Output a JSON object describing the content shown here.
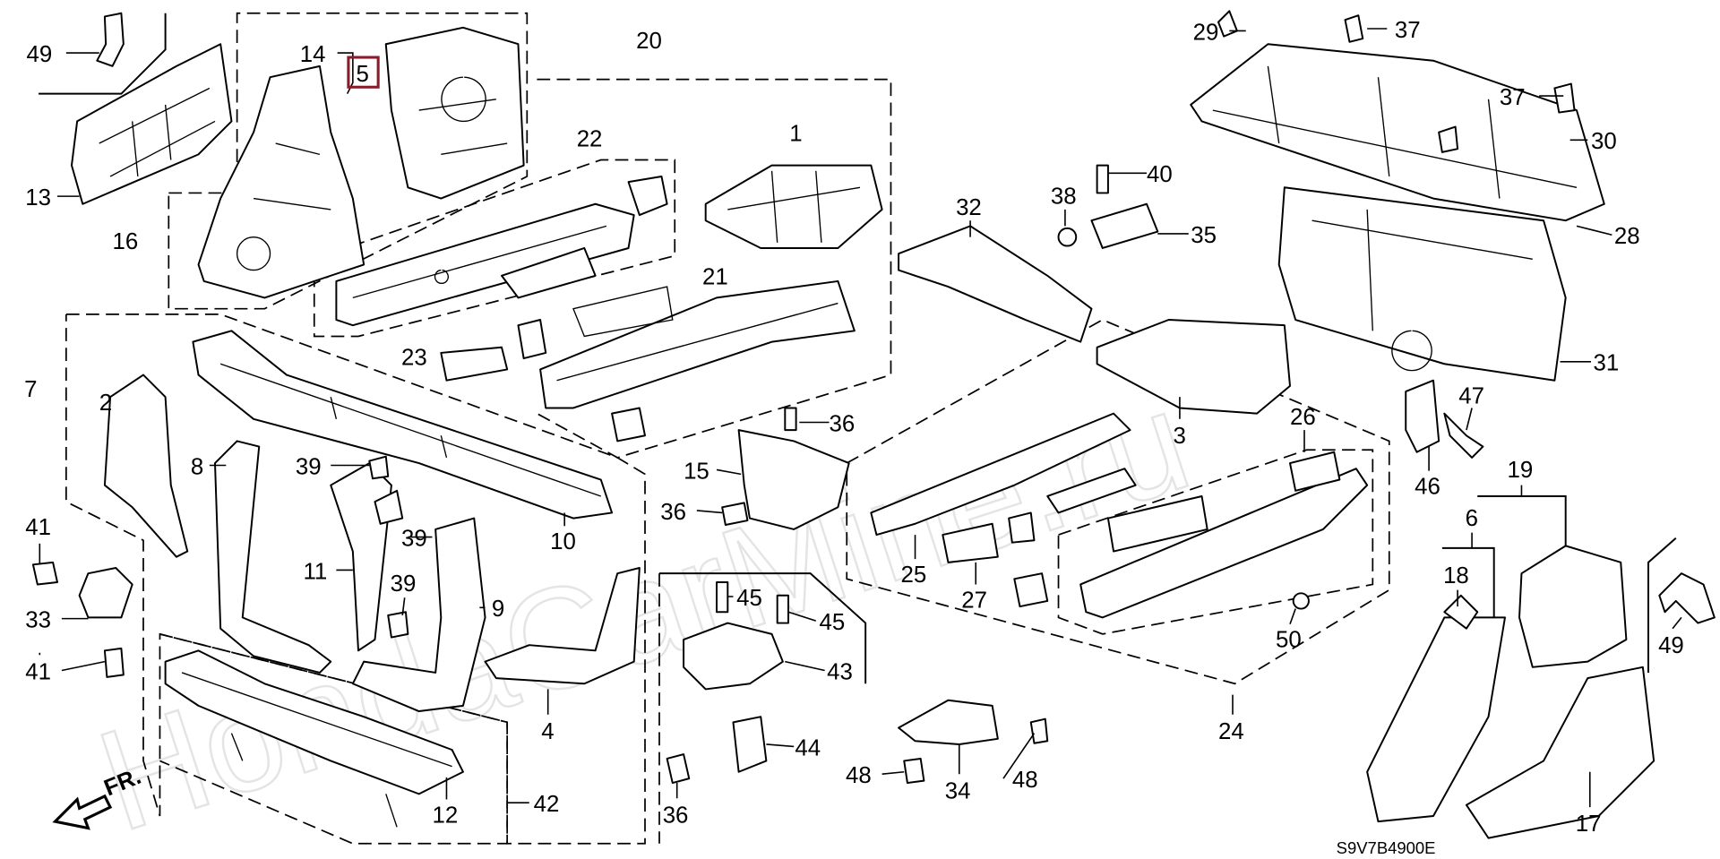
{
  "watermark": "HondaCarMine.ru",
  "diagram_code": "S9V7B4900E",
  "front_arrow_label": "FR.",
  "highlight_color": "#8b1a2b",
  "callouts": [
    {
      "id": "c49a",
      "text": "49"
    },
    {
      "id": "c14",
      "text": "14"
    },
    {
      "id": "c5",
      "text": "5",
      "highlighted": true
    },
    {
      "id": "c20",
      "text": "20"
    },
    {
      "id": "c29",
      "text": "29"
    },
    {
      "id": "c37a",
      "text": "37"
    },
    {
      "id": "c37b",
      "text": "37"
    },
    {
      "id": "c30",
      "text": "30"
    },
    {
      "id": "c40",
      "text": "40"
    },
    {
      "id": "c38",
      "text": "38"
    },
    {
      "id": "c35",
      "text": "35"
    },
    {
      "id": "c32",
      "text": "32"
    },
    {
      "id": "c28",
      "text": "28"
    },
    {
      "id": "c13",
      "text": "13"
    },
    {
      "id": "c16",
      "text": "16"
    },
    {
      "id": "c22",
      "text": "22"
    },
    {
      "id": "c1",
      "text": "1"
    },
    {
      "id": "c21",
      "text": "21"
    },
    {
      "id": "c23",
      "text": "23"
    },
    {
      "id": "c7",
      "text": "7"
    },
    {
      "id": "c2",
      "text": "2"
    },
    {
      "id": "c31",
      "text": "31"
    },
    {
      "id": "c47",
      "text": "47"
    },
    {
      "id": "c36a",
      "text": "36"
    },
    {
      "id": "c3",
      "text": "3"
    },
    {
      "id": "c26",
      "text": "26"
    },
    {
      "id": "c46",
      "text": "46"
    },
    {
      "id": "c19",
      "text": "19"
    },
    {
      "id": "c8",
      "text": "8"
    },
    {
      "id": "c39a",
      "text": "39"
    },
    {
      "id": "c15",
      "text": "15"
    },
    {
      "id": "c36b",
      "text": "36"
    },
    {
      "id": "c39b",
      "text": "39"
    },
    {
      "id": "c10",
      "text": "10"
    },
    {
      "id": "c6",
      "text": "6"
    },
    {
      "id": "c41a",
      "text": "41"
    },
    {
      "id": "c11",
      "text": "11"
    },
    {
      "id": "c25",
      "text": "25"
    },
    {
      "id": "c18",
      "text": "18"
    },
    {
      "id": "c49b",
      "text": "49"
    },
    {
      "id": "c33",
      "text": "33"
    },
    {
      "id": "c39c",
      "text": "39"
    },
    {
      "id": "c9",
      "text": "9"
    },
    {
      "id": "c27",
      "text": "27"
    },
    {
      "id": "c45a",
      "text": "45"
    },
    {
      "id": "c45b",
      "text": "45"
    },
    {
      "id": "c50",
      "text": "50"
    },
    {
      "id": "c41b",
      "text": "41"
    },
    {
      "id": "c43",
      "text": "43"
    },
    {
      "id": "c4",
      "text": "4"
    },
    {
      "id": "c24",
      "text": "24"
    },
    {
      "id": "c44",
      "text": "44"
    },
    {
      "id": "c48a",
      "text": "48"
    },
    {
      "id": "c34",
      "text": "34"
    },
    {
      "id": "c48b",
      "text": "48"
    },
    {
      "id": "c42",
      "text": "42"
    },
    {
      "id": "c12",
      "text": "12"
    },
    {
      "id": "c36c",
      "text": "36"
    },
    {
      "id": "c17",
      "text": "17"
    }
  ]
}
